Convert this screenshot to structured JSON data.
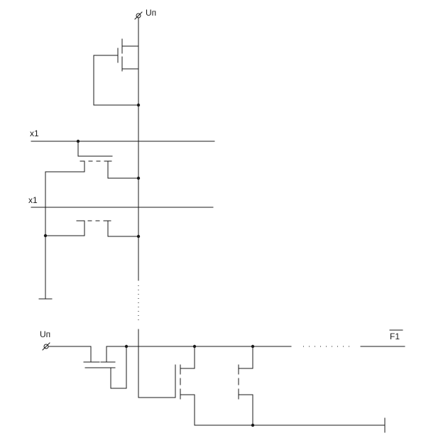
{
  "labels": {
    "supply_top": "Uп",
    "input_1": "x1",
    "input_2": "x1",
    "supply_bottom": "Uп",
    "output": "F1"
  },
  "colors": {
    "background": "#ffffff",
    "line": "#1a1a1a"
  }
}
